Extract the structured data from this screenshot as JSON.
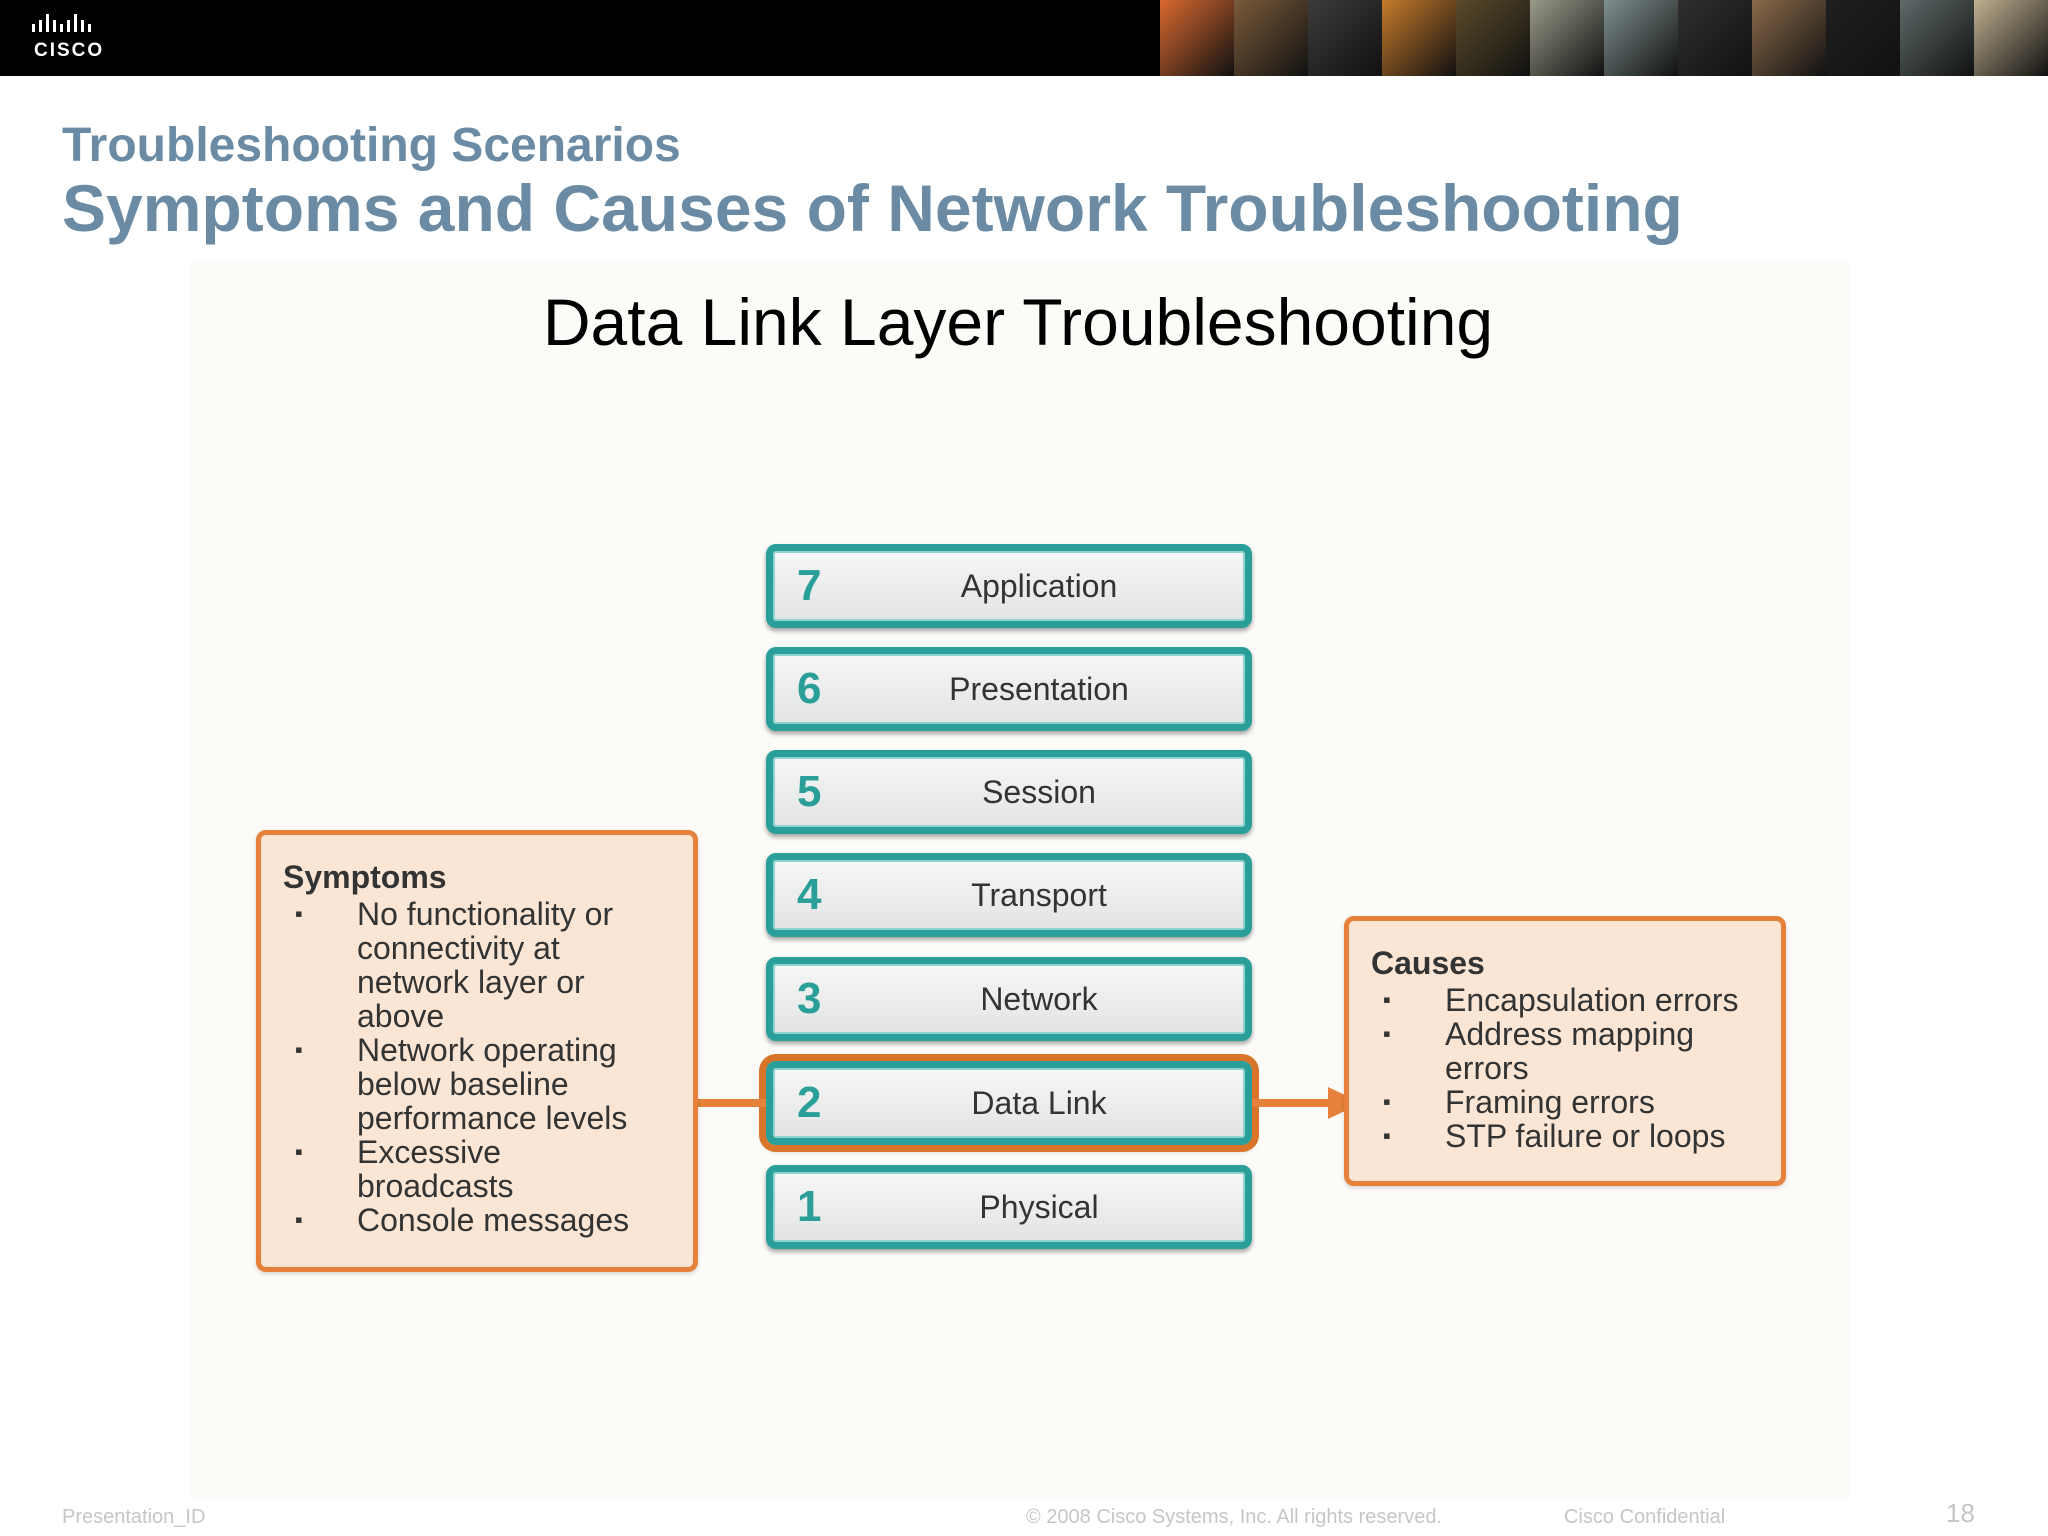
{
  "header": {
    "logo_text": "CISCO",
    "photo_colors": [
      "#d9692f",
      "#7a5a3a",
      "#3b3b3b",
      "#c47a2a",
      "#5a4a2a",
      "#9a9a8a",
      "#7f8f8f",
      "#2f2f2f",
      "#8a6a4a",
      "#1f1f1f",
      "#5f6a6a",
      "#c0b090"
    ]
  },
  "slide": {
    "section_title": "Troubleshooting Scenarios",
    "main_title": "Symptoms and Causes of Network Troubleshooting",
    "diagram_title": "Data Link Layer Troubleshooting"
  },
  "osi_layers": [
    {
      "number": "7",
      "name": "Application"
    },
    {
      "number": "6",
      "name": "Presentation"
    },
    {
      "number": "5",
      "name": "Session"
    },
    {
      "number": "4",
      "name": "Transport"
    },
    {
      "number": "3",
      "name": "Network"
    },
    {
      "number": "2",
      "name": "Data Link",
      "highlighted": true
    },
    {
      "number": "1",
      "name": "Physical"
    }
  ],
  "symptoms": {
    "title": "Symptoms",
    "bullet": "▪",
    "lines": [
      "No functionality or",
      "connectivity at",
      "network layer or",
      "above",
      "Network operating",
      "below baseline",
      "performance levels",
      "Excessive",
      "broadcasts",
      "Console messages"
    ]
  },
  "causes": {
    "title": "Causes",
    "bullet": "▪",
    "lines": [
      "Encapsulation errors",
      "Address mapping",
      "errors",
      "Framing errors",
      "STP failure or loops"
    ]
  },
  "colors": {
    "title_blue": "#6a8ba3",
    "teal": "#2a9e98",
    "orange": "#e5813a",
    "box_fill": "#fbe6d6"
  },
  "footer": {
    "presentation_id": "Presentation_ID",
    "copyright": "© 2008 Cisco Systems, Inc. All rights reserved.",
    "confidential": "Cisco Confidential",
    "page_number": "18"
  }
}
